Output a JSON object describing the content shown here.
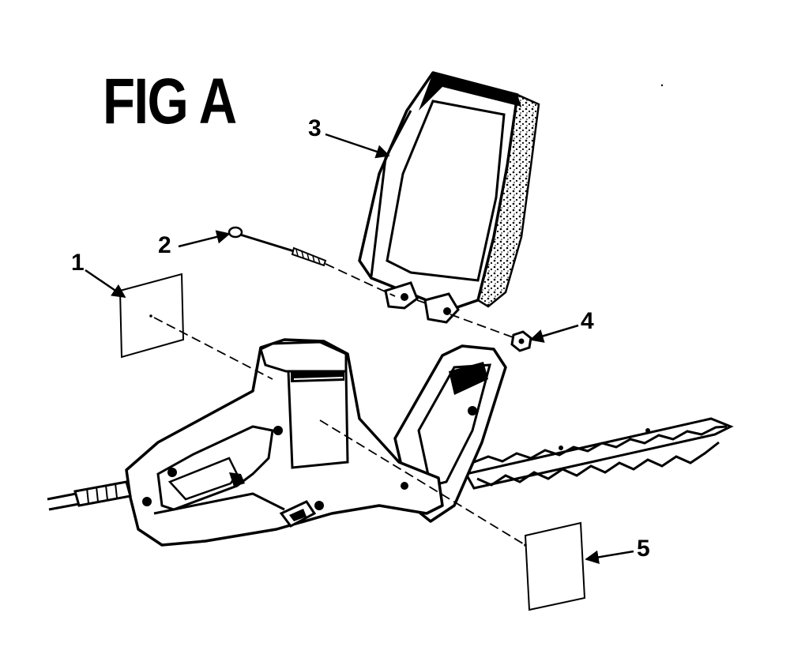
{
  "figure": {
    "title": "FIG A"
  },
  "callouts": [
    {
      "number": "1",
      "part": "label"
    },
    {
      "number": "2",
      "part": "screw"
    },
    {
      "number": "3",
      "part": "hand-guard"
    },
    {
      "number": "4",
      "part": "nut"
    },
    {
      "number": "5",
      "part": "label"
    }
  ],
  "colors": {
    "ink": "#000000",
    "paper": "#ffffff"
  }
}
